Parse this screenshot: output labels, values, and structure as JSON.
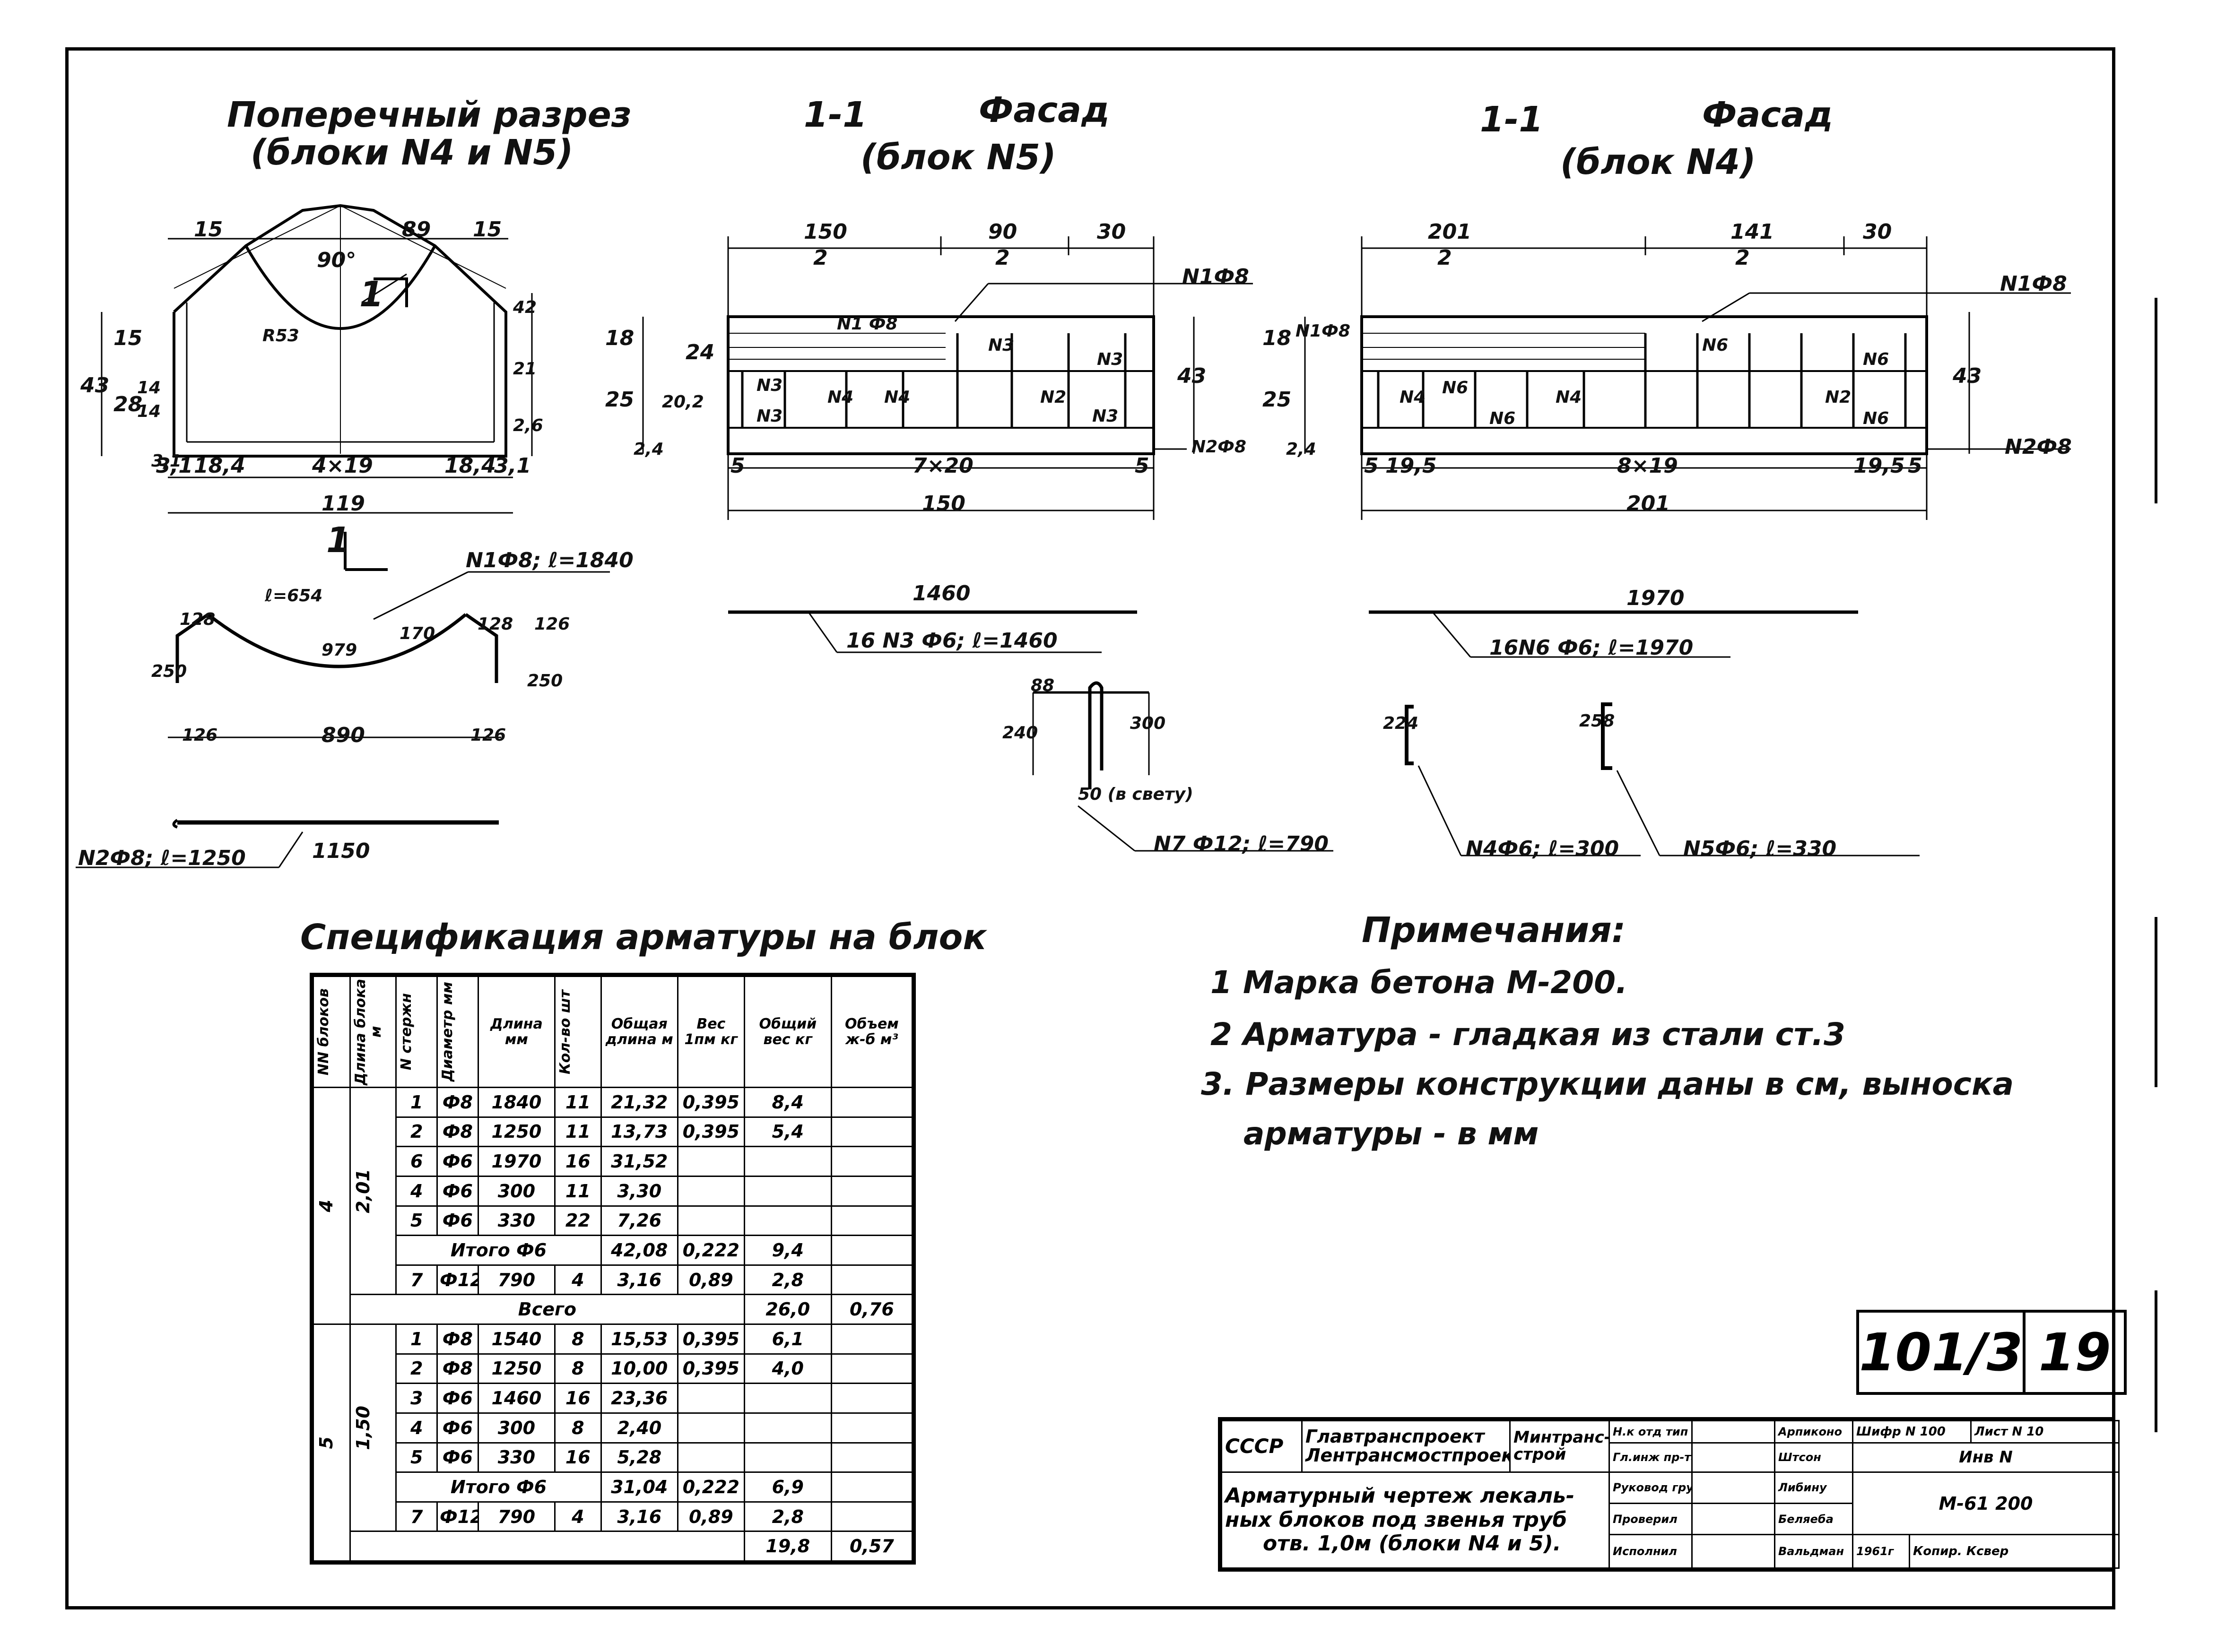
{
  "titles": {
    "cross_section": "Поперечный разрез",
    "cross_section_sub": "(блоки N4 и N5)",
    "facade5_num": "1-1",
    "facade5": "Фасад",
    "facade5_sub": "(блок N5)",
    "facade4_num": "1-1",
    "facade4": "Фасад",
    "facade4_sub": "(блок N4)"
  },
  "cross_section_dims": {
    "top": [
      "15",
      "89",
      "15"
    ],
    "angle": "90°",
    "radius": "R53",
    "cut": "1",
    "left": [
      "43",
      "28",
      "15",
      "14",
      "14",
      "3,1"
    ],
    "right": [
      "42",
      "21",
      "2,6"
    ],
    "bottom": [
      "3,1",
      "18,4",
      "4×19",
      "18,4",
      "3,1"
    ],
    "total": "119"
  },
  "facade5_dims": {
    "top": [
      "150",
      "2",
      "90",
      "2",
      "30"
    ],
    "left": [
      "18",
      "24",
      "25",
      "20,2",
      "2,4"
    ],
    "bottom": [
      "5",
      "7×20",
      "5"
    ],
    "total": "150",
    "height": "43",
    "labels": [
      "N1 Ф8",
      "N3",
      "N3",
      "N3",
      "N3",
      "N3",
      "N4",
      "N4",
      "N2",
      "N1Ф8",
      "N2Ф8"
    ]
  },
  "facade4_dims": {
    "top": [
      "201",
      "2",
      "141",
      "2",
      "30"
    ],
    "left": [
      "18",
      "25",
      "2,4"
    ],
    "bottom": [
      "5",
      "19,5",
      "8×19",
      "19,5",
      "5"
    ],
    "total": "201",
    "height": "43",
    "labels": [
      "N1Ф8",
      "N6",
      "N6",
      "N6",
      "N6",
      "N6",
      "N4",
      "N4",
      "N2",
      "N1Ф8",
      "N2Ф8"
    ]
  },
  "bars": {
    "n1": "N1Ф8; ℓ=1840",
    "n1_dims": [
      "128",
      "ℓ=654",
      "979",
      "170",
      "128",
      "126",
      "250",
      "250",
      "126",
      "890",
      "126"
    ],
    "n2": "N2Ф8; ℓ=1250",
    "n2_len": "1150",
    "n3_len": "1460",
    "n3": "16 N3 Ф6; ℓ=1460",
    "n6_len": "1970",
    "n6": "16N6 Ф6; ℓ=1970",
    "n7_dims": [
      "240",
      "88",
      "300"
    ],
    "n7_gap": "50 (в свету)",
    "n7": "N7 Ф12; ℓ=790",
    "n4_dim": "224",
    "n4": "N4Ф6; ℓ=300",
    "n5_dim": "258",
    "n5": "N5Ф6; ℓ=330"
  },
  "spec": {
    "title": "Спецификация арматуры на блок",
    "headers": [
      "NN блоков",
      "Длина блока м",
      "N стержн",
      "Диаметр мм",
      "Длина мм",
      "Кол-во шт",
      "Общая длина м",
      "Вес 1пм кг",
      "Общий вес кг",
      "Объем ж-б м³"
    ],
    "block4": {
      "num": "4",
      "len": "2,01",
      "rows": [
        [
          "1",
          "Ф8",
          "1840",
          "11",
          "21,32",
          "0,395",
          "8,4"
        ],
        [
          "2",
          "Ф8",
          "1250",
          "11",
          "13,73",
          "0,395",
          "5,4"
        ],
        [
          "6",
          "Ф6",
          "1970",
          "16",
          "31,52",
          "",
          ""
        ],
        [
          "4",
          "Ф6",
          "300",
          "11",
          "3,30",
          "",
          ""
        ],
        [
          "5",
          "Ф6",
          "330",
          "22",
          "7,26",
          "",
          ""
        ]
      ],
      "subtotal": [
        "Итого Ф6",
        "42,08",
        "0,222",
        "9,4"
      ],
      "row7": [
        "7",
        "Ф12",
        "790",
        "4",
        "3,16",
        "0,89",
        "2,8"
      ],
      "total": [
        "Всего",
        "26,0",
        "0,76"
      ]
    },
    "block5": {
      "num": "5",
      "len": "1,50",
      "rows": [
        [
          "1",
          "Ф8",
          "1540",
          "8",
          "15,53",
          "0,395",
          "6,1"
        ],
        [
          "2",
          "Ф8",
          "1250",
          "8",
          "10,00",
          "0,395",
          "4,0"
        ],
        [
          "3",
          "Ф6",
          "1460",
          "16",
          "23,36",
          "",
          ""
        ],
        [
          "4",
          "Ф6",
          "300",
          "8",
          "2,40",
          "",
          ""
        ],
        [
          "5",
          "Ф6",
          "330",
          "16",
          "5,28",
          "",
          ""
        ]
      ],
      "subtotal": [
        "Итого Ф6",
        "31,04",
        "0,222",
        "6,9"
      ],
      "row7": [
        "7",
        "Ф12",
        "790",
        "4",
        "3,16",
        "0,89",
        "2,8"
      ],
      "total": [
        "",
        "19,8",
        "0,57"
      ]
    }
  },
  "notes": {
    "title": "Примечания:",
    "items": [
      "1  Марка бетона М-200.",
      "2  Арматура - гладкая из стали ст.3",
      "3.  Размеры конструкции даны в см, выноска",
      "арматуры - в мм"
    ]
  },
  "stamp": {
    "left": "101/3",
    "right": "19"
  },
  "title_block": {
    "country": "СССР",
    "org1": "Главтранспроект",
    "org2": "Лентрансмостпроект",
    "ministry1": "Минтранс-",
    "ministry2": "строй",
    "roles": [
      "Н.к отд тип пр",
      "Гл.инж пр-та",
      "Руковод группы",
      "Проверил",
      "Исполнил"
    ],
    "names": [
      "Арпиконо",
      "Штсон",
      "Либину",
      "Беляеба",
      "Вальдман"
    ],
    "cipher_label": "Шифр",
    "cipher": "N 100",
    "sheet_label": "Лист",
    "sheet": "N 10",
    "inv": "Инв N",
    "code": "М-61 200",
    "year": "1961г",
    "copy": "Копир. Ксвер",
    "drawing1": "Арматурный чертеж лекаль-",
    "drawing2": "ных блоков под звенья труб",
    "drawing3": "отв. 1,0м (блоки N4 и 5)."
  }
}
